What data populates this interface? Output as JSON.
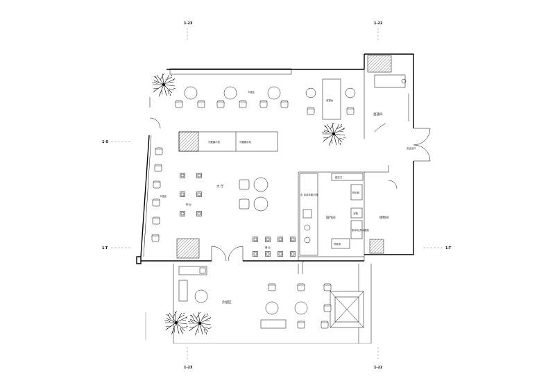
{
  "axes": {
    "top_left": "1-23",
    "top_right": "1-22",
    "bottom_left": "1-23",
    "bottom_right": "1-22",
    "left_upper": "1-S",
    "left_lower": "1-T",
    "right_lower": "1-T"
  },
  "rooms": {
    "hall": "大 厅",
    "outdoor": "外摆区",
    "operation": "操作间",
    "storage": "储物间",
    "stairwell": "直通间",
    "safety_exit": "安全出口",
    "bar_top": "卡座区",
    "seating_left": "卡座区",
    "service_counter": "收银台",
    "cold_case_1": "冷藏展示柜",
    "cold_case_2": "冷藏展示柜",
    "door_label": "推拉门",
    "inner_label_1": "全 自动冰箱/冷柜",
    "inner_label_2": "冷柜/柜",
    "inner_label_3": "冰箱",
    "inner_label_4": "制冰机/热水器柜",
    "inner_label_5": "洗碗池",
    "hall_note": "吧 台",
    "hall_note_2": "餐 台"
  }
}
